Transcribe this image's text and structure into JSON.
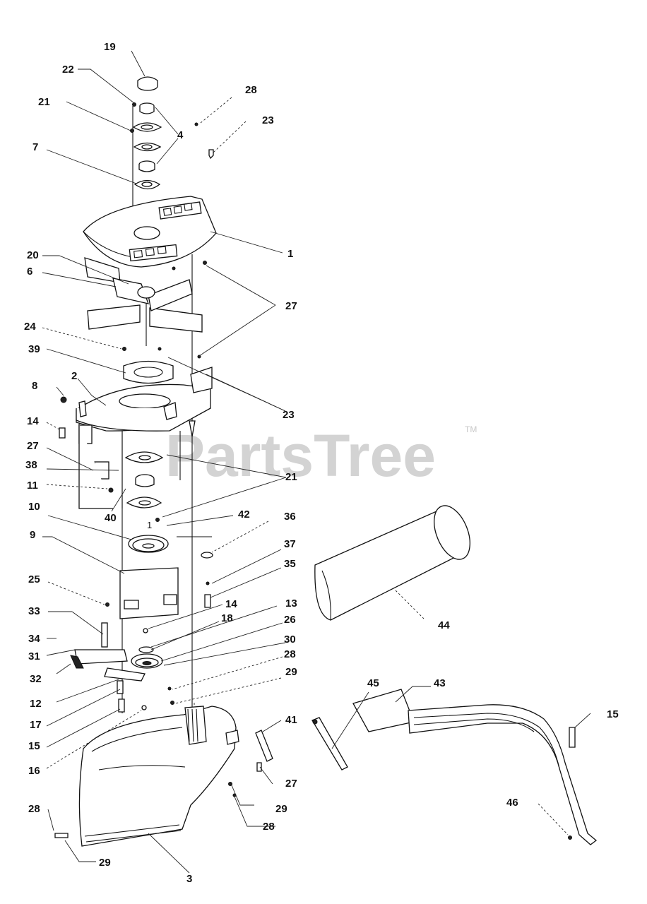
{
  "watermark": {
    "brand": "PartsTree",
    "trademark": "TM"
  },
  "callouts": [
    {
      "id": "c-19",
      "text": "19"
    },
    {
      "id": "c-22",
      "text": "22"
    },
    {
      "id": "c-28a",
      "text": "28"
    },
    {
      "id": "c-21a",
      "text": "21"
    },
    {
      "id": "c-23a",
      "text": "23"
    },
    {
      "id": "c-4",
      "text": "4"
    },
    {
      "id": "c-7",
      "text": "7"
    },
    {
      "id": "c-1",
      "text": "1"
    },
    {
      "id": "c-20",
      "text": "20"
    },
    {
      "id": "c-6",
      "text": "6"
    },
    {
      "id": "c-27a",
      "text": "27"
    },
    {
      "id": "c-24",
      "text": "24"
    },
    {
      "id": "c-39",
      "text": "39"
    },
    {
      "id": "c-2",
      "text": "2"
    },
    {
      "id": "c-8",
      "text": "8"
    },
    {
      "id": "c-23b",
      "text": "23"
    },
    {
      "id": "c-14a",
      "text": "14"
    },
    {
      "id": "c-27b",
      "text": "27"
    },
    {
      "id": "c-38",
      "text": "38"
    },
    {
      "id": "c-21b",
      "text": "21"
    },
    {
      "id": "c-11",
      "text": "11"
    },
    {
      "id": "c-40",
      "text": "40"
    },
    {
      "id": "c-42",
      "text": "42"
    },
    {
      "id": "c-10",
      "text": "10"
    },
    {
      "id": "c-36",
      "text": "36"
    },
    {
      "id": "c-9",
      "text": "9"
    },
    {
      "id": "c-37",
      "text": "37"
    },
    {
      "id": "c-35",
      "text": "35"
    },
    {
      "id": "c-25",
      "text": "25"
    },
    {
      "id": "c-14b",
      "text": "14"
    },
    {
      "id": "c-13",
      "text": "13"
    },
    {
      "id": "c-33",
      "text": "33"
    },
    {
      "id": "c-18",
      "text": "18"
    },
    {
      "id": "c-26",
      "text": "26"
    },
    {
      "id": "c-44",
      "text": "44"
    },
    {
      "id": "c-34",
      "text": "34"
    },
    {
      "id": "c-30",
      "text": "30"
    },
    {
      "id": "c-31",
      "text": "31"
    },
    {
      "id": "c-28b",
      "text": "28"
    },
    {
      "id": "c-32",
      "text": "32"
    },
    {
      "id": "c-29a",
      "text": "29"
    },
    {
      "id": "c-45",
      "text": "45"
    },
    {
      "id": "c-43",
      "text": "43"
    },
    {
      "id": "c-12",
      "text": "12"
    },
    {
      "id": "c-15a",
      "text": "15"
    },
    {
      "id": "c-17",
      "text": "17"
    },
    {
      "id": "c-41",
      "text": "41"
    },
    {
      "id": "c-15b",
      "text": "15"
    },
    {
      "id": "c-16",
      "text": "16"
    },
    {
      "id": "c-27c",
      "text": "27"
    },
    {
      "id": "c-46",
      "text": "46"
    },
    {
      "id": "c-29b",
      "text": "29"
    },
    {
      "id": "c-28c",
      "text": "28"
    },
    {
      "id": "c-28d",
      "text": "28"
    },
    {
      "id": "c-29c",
      "text": "29"
    },
    {
      "id": "c-3",
      "text": "3"
    }
  ],
  "small_marks": {
    "shaft_mark": "1"
  }
}
